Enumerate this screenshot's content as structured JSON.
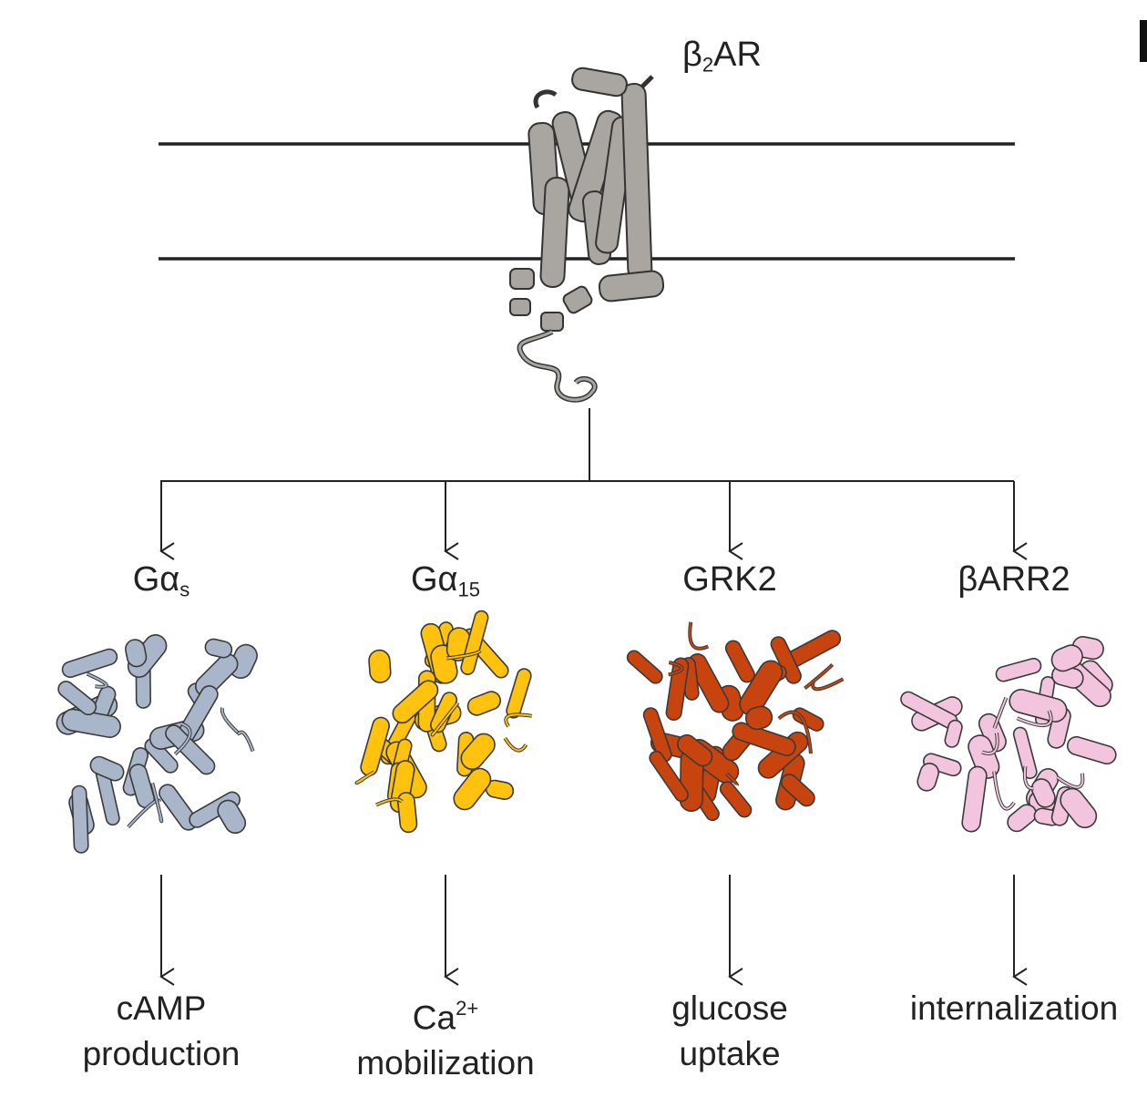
{
  "receptor": {
    "label_base": "β",
    "label_sub": "2",
    "label_rest": "AR",
    "color": "#a9a6a1"
  },
  "branches": [
    {
      "id": "gas",
      "label_base": "Gα",
      "label_sub": "s",
      "color": "#a9b6c9",
      "outcome_line1": "cAMP",
      "outcome_sup": "",
      "outcome_line2": "production"
    },
    {
      "id": "ga15",
      "label_base": "Gα",
      "label_sub": "15",
      "color": "#ffc20e",
      "outcome_line1": "Ca",
      "outcome_sup": "2+",
      "outcome_line2": "mobilization"
    },
    {
      "id": "grk2",
      "label_base": "GRK2",
      "label_sub": "",
      "color": "#c8440e",
      "outcome_line1": "glucose",
      "outcome_sup": "",
      "outcome_line2": "uptake"
    },
    {
      "id": "barr2",
      "label_base": "βARR2",
      "label_sub": "",
      "color": "#f2c4de",
      "outcome_line1": "internalization",
      "outcome_sup": "",
      "outcome_line2": ""
    }
  ]
}
